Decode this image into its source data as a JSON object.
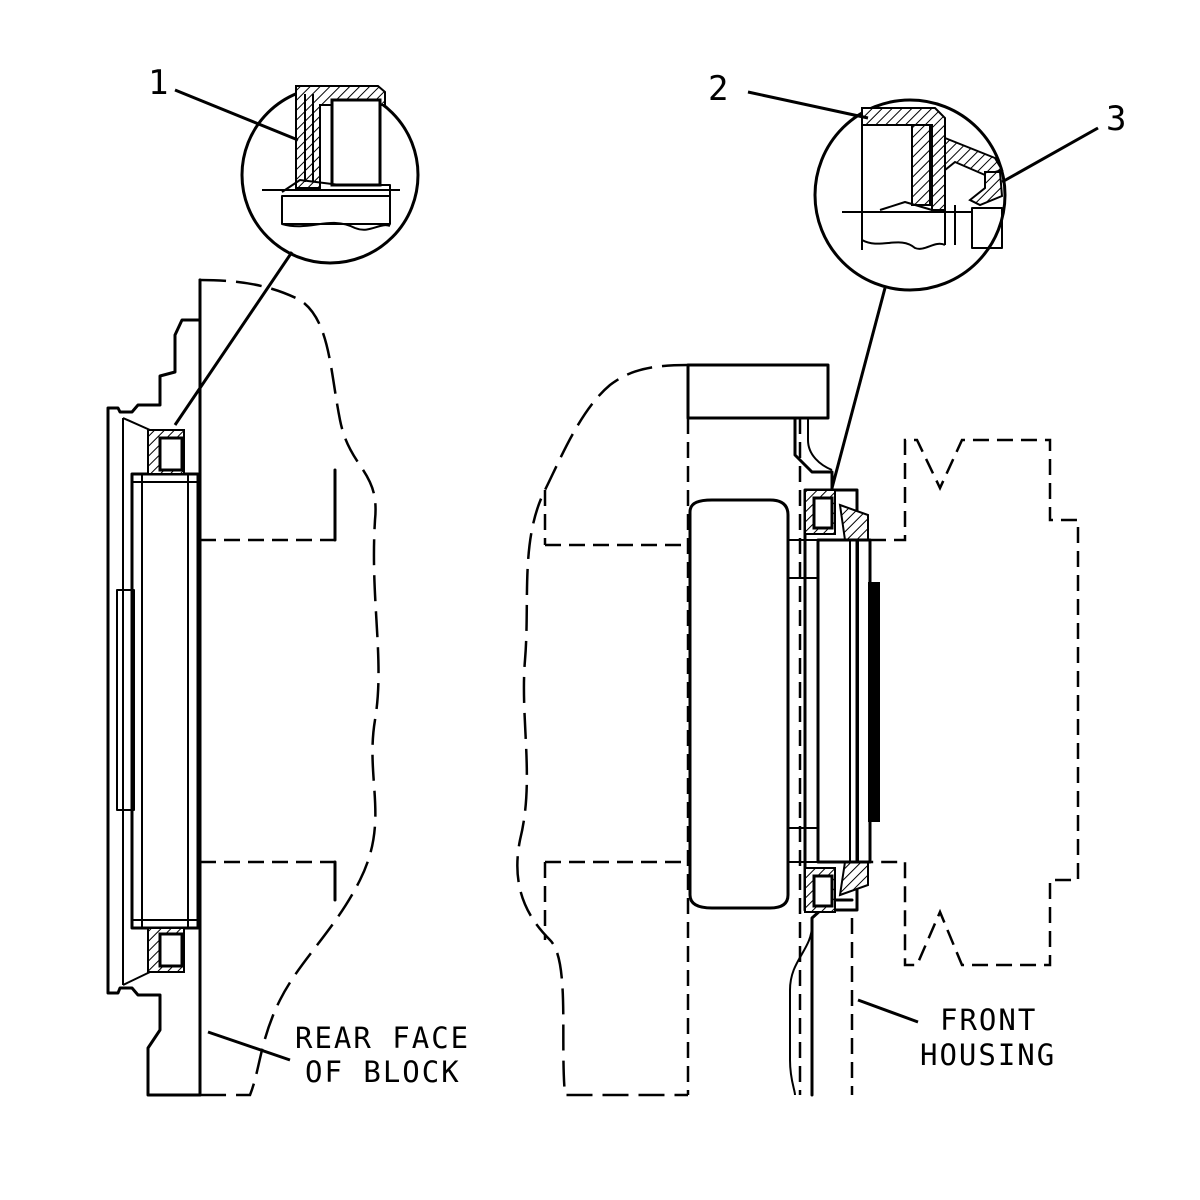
{
  "callouts": [
    {
      "number": "1"
    },
    {
      "number": "2"
    },
    {
      "number": "3"
    }
  ],
  "labels": {
    "rear_face_line1": "REAR FACE",
    "rear_face_line2": "OF BLOCK",
    "front_housing_line1": "FRONT",
    "front_housing_line2": "HOUSING"
  }
}
